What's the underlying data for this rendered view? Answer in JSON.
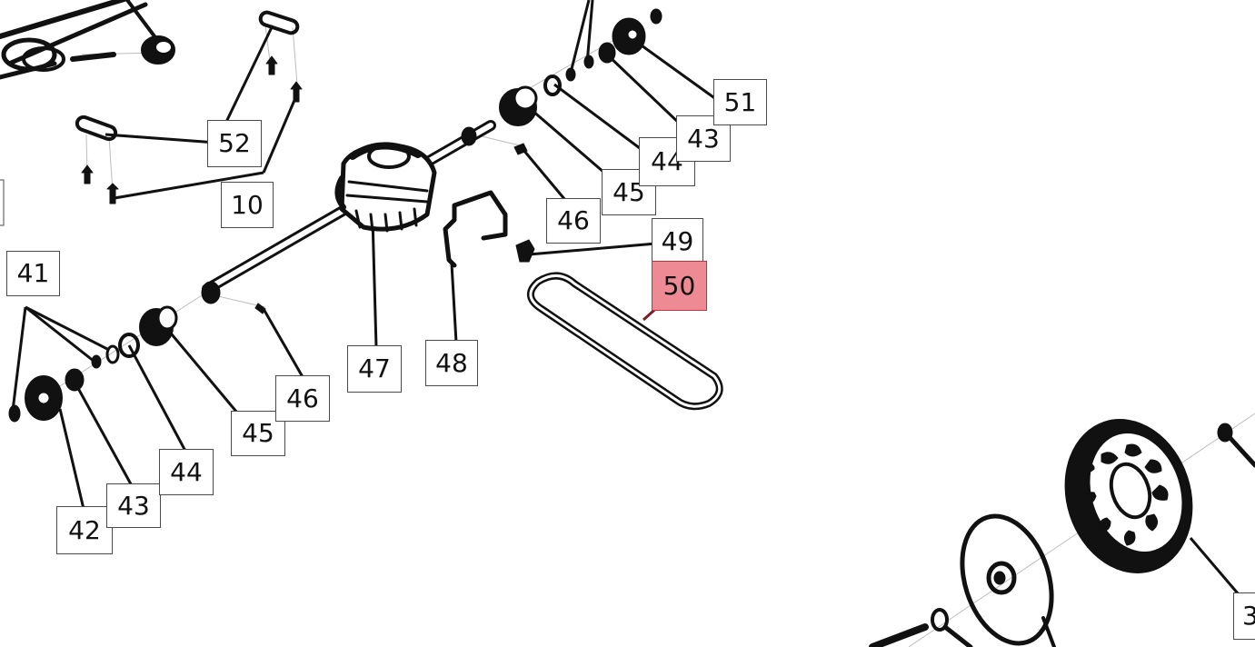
{
  "diagram": {
    "selected_part": "50",
    "selected_color": "#ee8a93",
    "callouts": [
      {
        "id": "c52",
        "label": "52"
      },
      {
        "id": "c10",
        "label": "10"
      },
      {
        "id": "c41",
        "label": "41"
      },
      {
        "id": "c42",
        "label": "42"
      },
      {
        "id": "c43a",
        "label": "43"
      },
      {
        "id": "c44a",
        "label": "44"
      },
      {
        "id": "c45a",
        "label": "45"
      },
      {
        "id": "c46a",
        "label": "46"
      },
      {
        "id": "c47",
        "label": "47"
      },
      {
        "id": "c48",
        "label": "48"
      },
      {
        "id": "c46b",
        "label": "46"
      },
      {
        "id": "c45b",
        "label": "45"
      },
      {
        "id": "c44b",
        "label": "44"
      },
      {
        "id": "c43b",
        "label": "43"
      },
      {
        "id": "c51",
        "label": "51"
      },
      {
        "id": "c49",
        "label": "49"
      },
      {
        "id": "c50",
        "label": "50"
      },
      {
        "id": "c3",
        "label": "3"
      }
    ]
  }
}
